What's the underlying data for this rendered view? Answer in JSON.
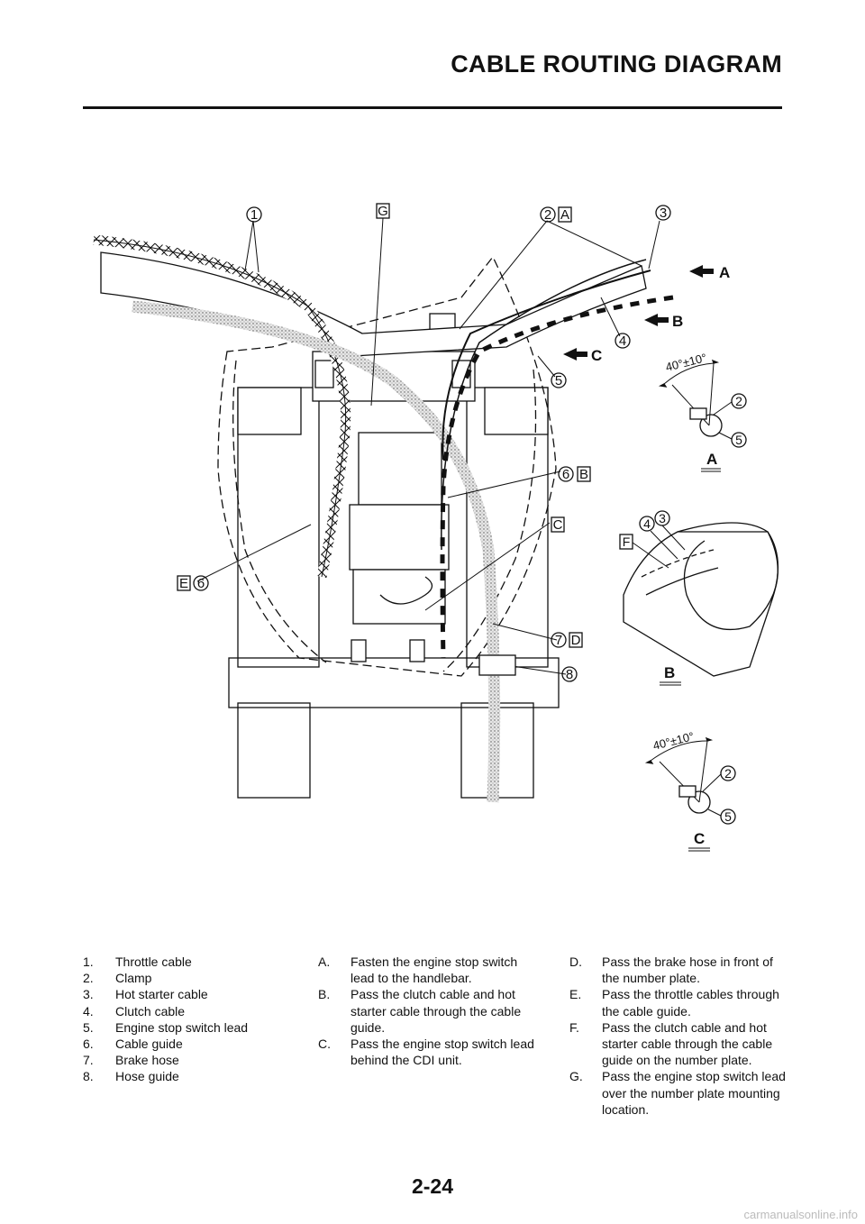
{
  "header": {
    "title": "CABLE ROUTING DIAGRAM"
  },
  "diagram": {
    "callouts": {
      "c1": "1",
      "cG": "G",
      "c2": "2",
      "cA": "A",
      "c3": "3",
      "c4": "4",
      "c5": "5",
      "c6": "6",
      "cB": "B",
      "cC": "C",
      "c6b": "6",
      "cE": "E",
      "c7": "7",
      "cD": "D",
      "c8": "8"
    },
    "view_arrows": {
      "a": "A",
      "b": "B",
      "c": "C"
    },
    "detail_a": {
      "angle": "40°±10°",
      "n2": "2",
      "n5": "5",
      "label": "A"
    },
    "detail_b": {
      "n3": "3",
      "n4": "4",
      "f": "F",
      "label": "B"
    },
    "detail_c": {
      "angle": "40°±10°",
      "n2": "2",
      "n5": "5",
      "label": "C"
    }
  },
  "legend_numbers": [
    {
      "num": "1.",
      "text": "Throttle cable"
    },
    {
      "num": "2.",
      "text": "Clamp"
    },
    {
      "num": "3.",
      "text": "Hot starter cable"
    },
    {
      "num": "4.",
      "text": "Clutch cable"
    },
    {
      "num": "5.",
      "text": "Engine stop switch lead"
    },
    {
      "num": "6.",
      "text": "Cable guide"
    },
    {
      "num": "7.",
      "text": "Brake hose"
    },
    {
      "num": "8.",
      "text": "Hose guide"
    }
  ],
  "legend_letters_1": [
    {
      "num": "A.",
      "text": "Fasten the engine stop switch lead to the handlebar."
    },
    {
      "num": "B.",
      "text": "Pass the clutch cable and hot starter cable through the cable guide."
    },
    {
      "num": "C.",
      "text": "Pass the engine stop switch lead behind the CDI unit."
    }
  ],
  "legend_letters_2": [
    {
      "num": "D.",
      "text": "Pass the brake hose in front of the number plate."
    },
    {
      "num": "E.",
      "text": "Pass the throttle cables through the cable guide."
    },
    {
      "num": "F.",
      "text": "Pass the clutch cable and hot starter cable through the cable guide on the number plate."
    },
    {
      "num": "G.",
      "text": "Pass the engine stop switch lead over the number plate mounting location."
    }
  ],
  "footer": {
    "page_number": "2-24",
    "watermark": "carmanualsonline.info"
  }
}
